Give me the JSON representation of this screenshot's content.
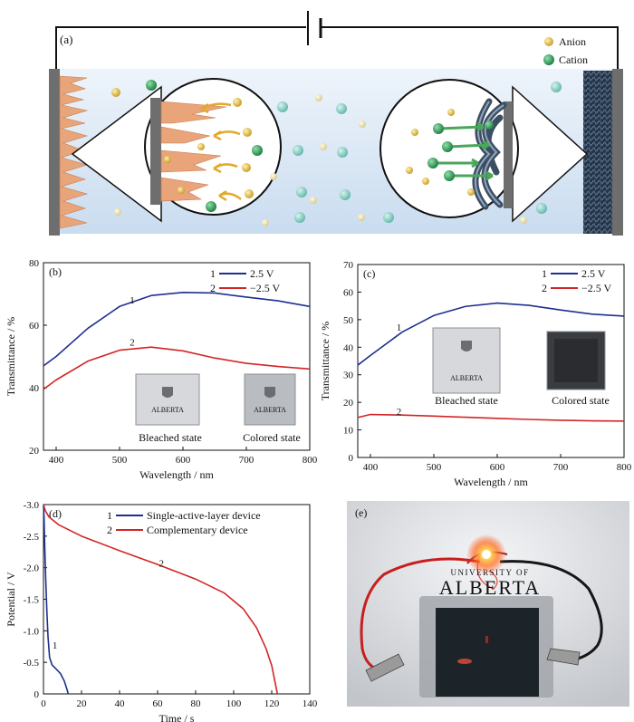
{
  "panel_a": {
    "label": "(a)",
    "legend": [
      {
        "text": "Anion",
        "color": "#d9b13b"
      },
      {
        "text": "Cation",
        "color": "#2f9a5a"
      }
    ]
  },
  "chart_data": [
    {
      "id": "b",
      "type": "line",
      "panel_label": "(b)",
      "xlabel": "Wavelength / nm",
      "ylabel": "Transmittance / %",
      "xlim": [
        380,
        800
      ],
      "ylim": [
        20,
        80
      ],
      "xticks": [
        400,
        500,
        600,
        700,
        800
      ],
      "yticks": [
        20,
        40,
        60,
        80
      ],
      "legend_placement": "top-right",
      "series": [
        {
          "name": "2.5 V",
          "index": "1",
          "color": "#1f2f8f",
          "x": [
            380,
            400,
            450,
            500,
            550,
            600,
            650,
            700,
            750,
            800
          ],
          "y": [
            47,
            50,
            59,
            66,
            69.5,
            70.5,
            70.3,
            69,
            67.8,
            66
          ]
        },
        {
          "name": "−2.5 V",
          "index": "2",
          "color": "#d22525",
          "x": [
            380,
            400,
            450,
            500,
            550,
            600,
            650,
            700,
            750,
            800
          ],
          "y": [
            39.5,
            42.5,
            48.5,
            52,
            53,
            51.8,
            49.5,
            47.8,
            46.8,
            46
          ]
        }
      ],
      "images": [
        {
          "caption": "Bleached state",
          "logo_text": "ALBERTA",
          "tone": "light"
        },
        {
          "caption": "Colored state",
          "logo_text": "ALBERTA",
          "tone": "mid"
        }
      ]
    },
    {
      "id": "c",
      "type": "line",
      "panel_label": "(c)",
      "xlabel": "Wavelength / nm",
      "ylabel": "Transmittance / %",
      "xlim": [
        380,
        800
      ],
      "ylim": [
        0,
        70
      ],
      "xticks": [
        400,
        500,
        600,
        700,
        800
      ],
      "yticks": [
        0,
        10,
        20,
        30,
        40,
        50,
        60,
        70
      ],
      "legend_placement": "top-right",
      "series": [
        {
          "name": "2.5 V",
          "index": "1",
          "color": "#1f2f8f",
          "x": [
            380,
            400,
            450,
            500,
            550,
            600,
            650,
            700,
            750,
            800
          ],
          "y": [
            33.5,
            37,
            45.5,
            51.5,
            54.8,
            56,
            55.2,
            53.5,
            52,
            51.3
          ]
        },
        {
          "name": "−2.5 V",
          "index": "2",
          "color": "#d22525",
          "x": [
            380,
            400,
            450,
            500,
            550,
            600,
            650,
            700,
            750,
            800
          ],
          "y": [
            14.5,
            15.6,
            15.4,
            15,
            14.6,
            14.2,
            13.8,
            13.5,
            13.3,
            13.2
          ]
        }
      ],
      "images": [
        {
          "caption": "Bleached state",
          "logo_text": "ALBERTA",
          "tone": "light"
        },
        {
          "caption": "Colored state",
          "logo_text": "",
          "tone": "dark"
        }
      ]
    },
    {
      "id": "d",
      "type": "line",
      "panel_label": "(d)",
      "xlabel": "Time / s",
      "ylabel": "Potential / V",
      "xlim": [
        0,
        140
      ],
      "ylim": [
        0,
        -3.0
      ],
      "xticks": [
        0,
        20,
        40,
        60,
        80,
        100,
        120,
        140
      ],
      "yticks": [
        "0",
        "-0.5",
        "-1.0",
        "-1.5",
        "-2.0",
        "-2.5",
        "-3.0"
      ],
      "legend_placement": "top-right",
      "series": [
        {
          "name": "Single-active-layer device",
          "index": "1",
          "color": "#1f2f8f",
          "x": [
            0,
            0.3,
            0.7,
            1.2,
            1.8,
            2.4,
            3.2,
            4.5,
            6.5,
            9,
            11,
            12.5,
            13
          ],
          "y": [
            -3.0,
            -2.8,
            -2.3,
            -1.8,
            -1.3,
            -0.9,
            -0.58,
            -0.46,
            -0.4,
            -0.32,
            -0.2,
            -0.06,
            0
          ]
        },
        {
          "name": "Complementary device",
          "index": "2",
          "color": "#d22525",
          "x": [
            0,
            1,
            3,
            8,
            20,
            40,
            60,
            80,
            95,
            105,
            112,
            117,
            120,
            122,
            123
          ],
          "y": [
            -3.0,
            -2.9,
            -2.8,
            -2.68,
            -2.5,
            -2.27,
            -2.05,
            -1.82,
            -1.6,
            -1.35,
            -1.05,
            -0.72,
            -0.45,
            -0.15,
            0
          ]
        }
      ]
    }
  ],
  "panel_e": {
    "label": "(e)",
    "logo_top": "UNIVERSITY OF",
    "logo_bottom": "ALBERTA"
  }
}
